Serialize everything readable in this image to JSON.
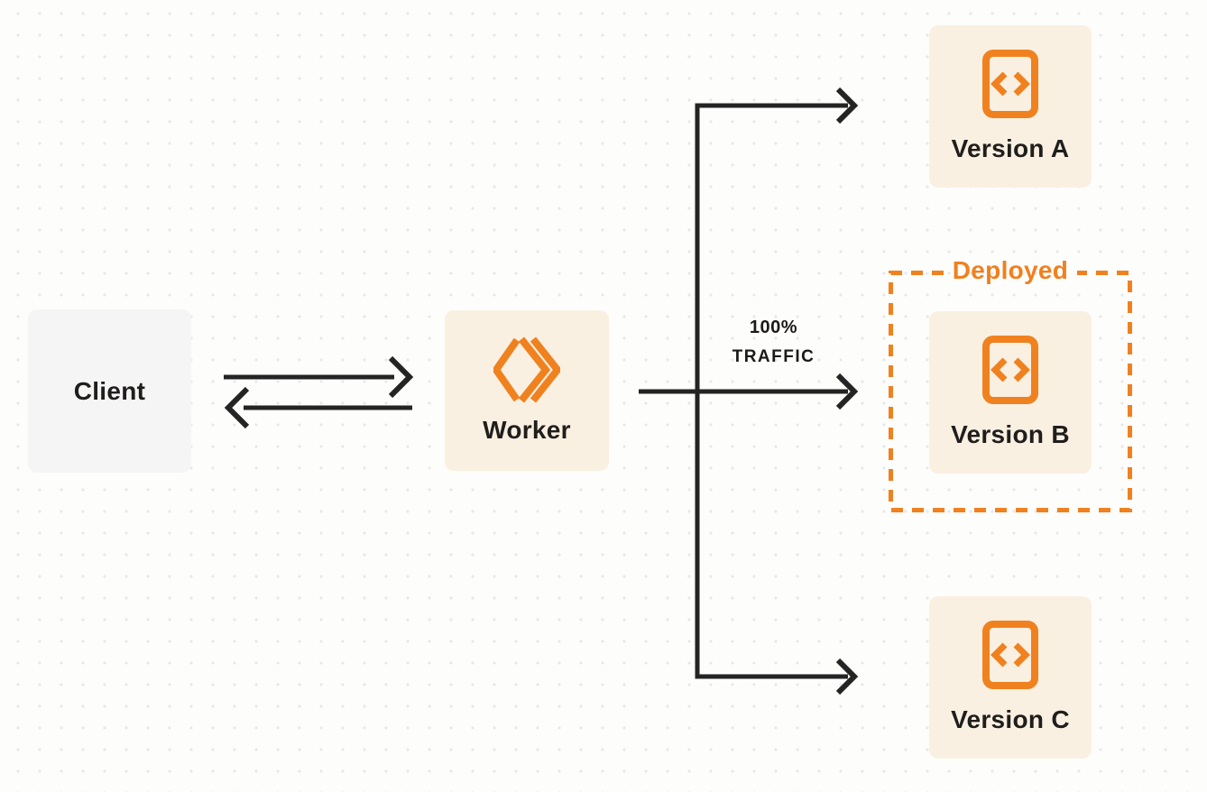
{
  "client": {
    "label": "Client"
  },
  "worker": {
    "label": "Worker",
    "icon": "workers-chevrons-icon"
  },
  "traffic": {
    "line1": "100%",
    "line2": "TRAFFIC"
  },
  "deployed": {
    "label": "Deployed"
  },
  "versions": [
    {
      "label": "Version A",
      "icon": "code-file-icon",
      "deployed": false
    },
    {
      "label": "Version B",
      "icon": "code-file-icon",
      "deployed": true
    },
    {
      "label": "Version C",
      "icon": "code-file-icon",
      "deployed": false
    }
  ],
  "colors": {
    "accent_orange": "#F0811F",
    "box_cream": "#FAF0E2",
    "box_gray": "#F5F5F6",
    "line_dark": "#242424",
    "text_dark": "#201E1C",
    "background": "#FDFDFC",
    "dot_grid": "#E8E8E8"
  }
}
